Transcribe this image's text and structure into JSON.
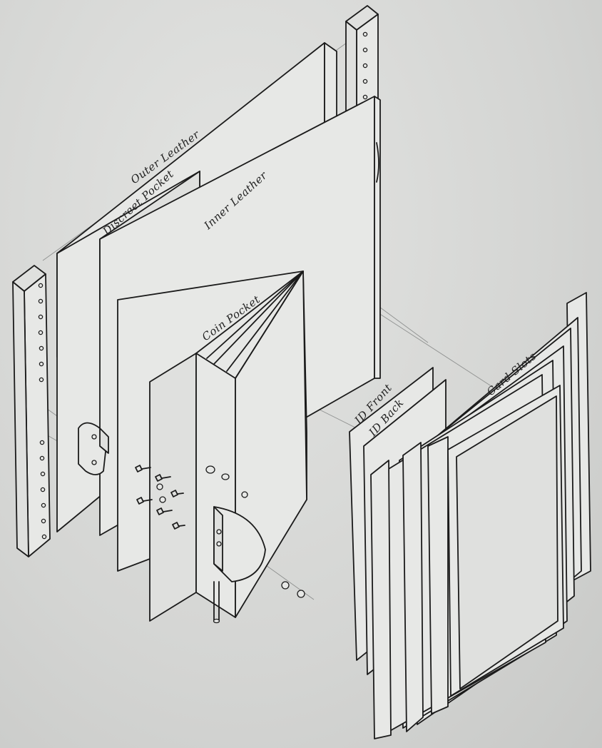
{
  "labels": {
    "outer_leather": "Outer Leather",
    "discreet_pocket": "Discreet Pocket",
    "inner_leather": "Inner Leather",
    "coin_pocket": "Coin Pocket",
    "id_front": "ID Front",
    "id_back": "ID Back",
    "card_slots": "Card Slots"
  }
}
